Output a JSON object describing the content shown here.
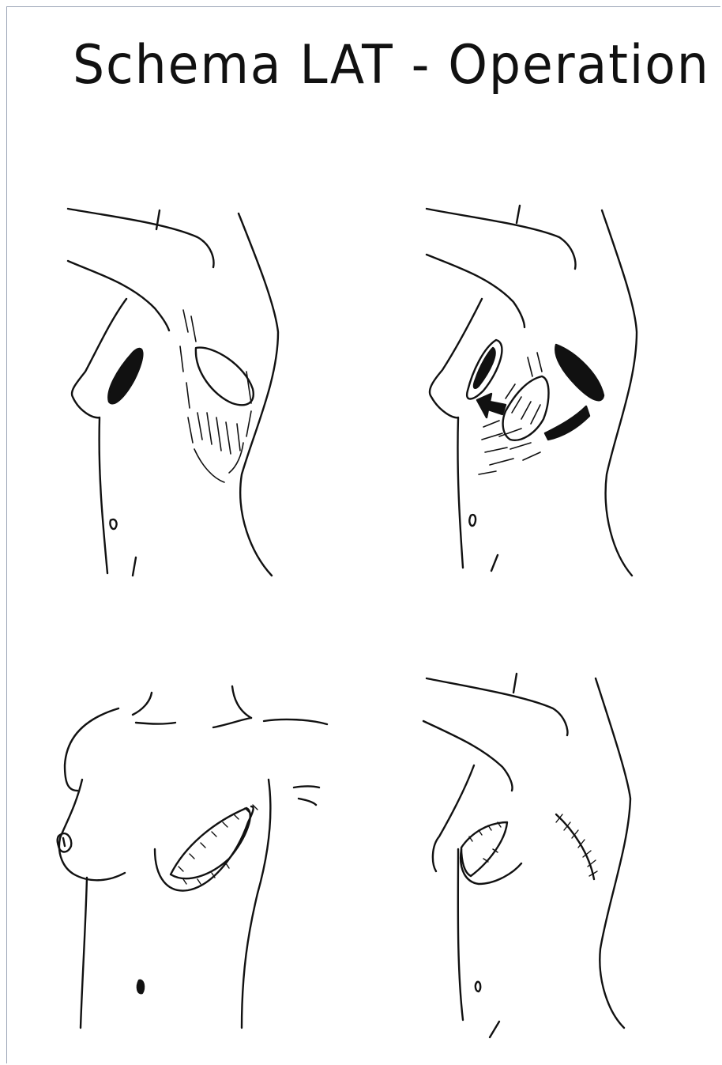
{
  "title": "Schema LAT - Operation",
  "panels": [
    {
      "position": "top-left"
    },
    {
      "position": "top-right"
    },
    {
      "position": "bottom-left"
    },
    {
      "position": "bottom-right"
    }
  ],
  "colors": {
    "line": "#111111",
    "background": "#ffffff",
    "frame": "#9aa3b5"
  }
}
